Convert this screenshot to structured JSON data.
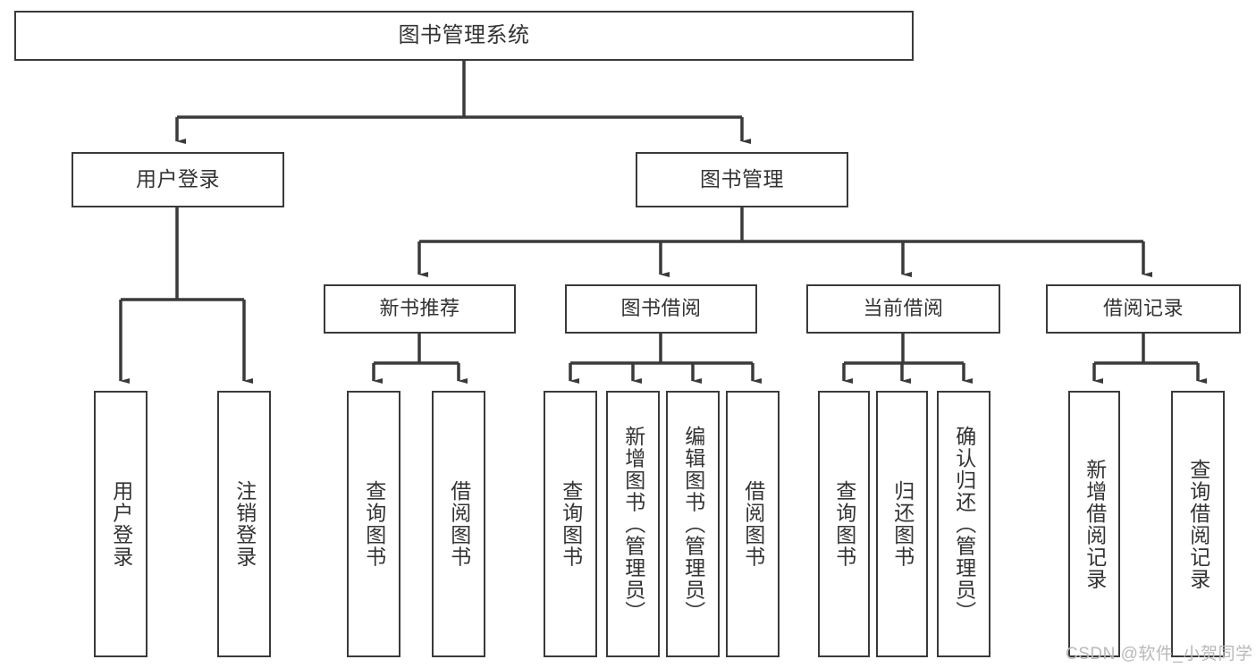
{
  "diagram": {
    "type": "hierarchy-tree",
    "title": "图书管理系统",
    "root": {
      "label": "图书管理系统"
    },
    "level2": [
      {
        "label": "用户登录"
      },
      {
        "label": "图书管理"
      }
    ],
    "level3": [
      {
        "label": "新书推荐"
      },
      {
        "label": "图书借阅"
      },
      {
        "label": "当前借阅"
      },
      {
        "label": "借阅记录"
      }
    ],
    "leaves": {
      "user_login": [
        {
          "label": "用户登录"
        },
        {
          "label": "注销登录"
        }
      ],
      "new_book_recommend": [
        {
          "label": "查询图书"
        },
        {
          "label": "借阅图书"
        }
      ],
      "book_borrow": [
        {
          "label": "查询图书"
        },
        {
          "label": "新增图书（管理员）"
        },
        {
          "label": "编辑图书（管理员）"
        },
        {
          "label": "借阅图书"
        }
      ],
      "current_borrow": [
        {
          "label": "查询图书"
        },
        {
          "label": "归还图书"
        },
        {
          "label": "确认归还（管理员）"
        }
      ],
      "borrow_record": [
        {
          "label": "新增借阅记录"
        },
        {
          "label": "查询借阅记录"
        }
      ]
    },
    "colors": {
      "border": "#3a3a3a",
      "text": "#333333",
      "background": "#ffffff",
      "watermark": "#b9b9b9"
    }
  },
  "watermark": {
    "text": "CSDN @软件_小贺同学"
  }
}
